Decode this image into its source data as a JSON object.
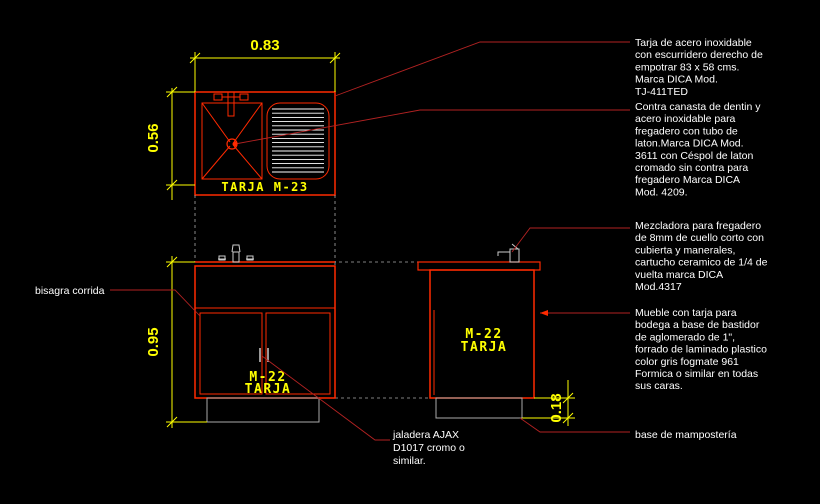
{
  "dimensions": {
    "width_top": "0.83",
    "height_top": "0.56",
    "height_front": "0.95",
    "base_height": "0.18"
  },
  "labels": {
    "plan_sink": "TARJA M-23",
    "front_left_code": "M-22",
    "front_left_name": "TARJA",
    "side_code": "M-22",
    "side_name": "TARJA"
  },
  "notes": {
    "tarja": [
      "Tarja de acero inoxidable",
      "con escurridero derecho de",
      "empotrar 83 x 58 cms.",
      "Marca DICA Mod.",
      "TJ-411TED"
    ],
    "canasta": [
      "Contra canasta de dentin y",
      "acero inoxidable para",
      "fregadero con tubo de",
      "laton.Marca DICA Mod.",
      "3611 con Céspol de laton",
      "cromado sin contra para",
      "fregadero Marca DICA",
      "Mod. 4209."
    ],
    "mezcladora": [
      "Mezcladora para fregadero",
      "de 8mm de cuello corto con",
      "cubierta y manerales,",
      "cartucho ceramico de 1/4 de",
      "vuelta marca DICA",
      "Mod.4317"
    ],
    "mueble": [
      "Mueble con tarja para",
      "bodega a base de bastidor",
      "de aglomerado de 1\",",
      "forrado de laminado plastico",
      "color gris fogmate 961",
      "Formica o similar en todas",
      "sus caras."
    ],
    "bisagra": [
      "bisagra corrida"
    ],
    "jaladera": [
      "jaladera AJAX",
      "D1017 cromo o",
      "similar."
    ],
    "base": [
      "base de mampostería"
    ]
  },
  "colors": {
    "background": "#000000",
    "outline": "#ff2a00",
    "dimension": "#ffff00",
    "guide": "#aaaaaa",
    "leader": "#b22222",
    "text": "#ffffff"
  }
}
